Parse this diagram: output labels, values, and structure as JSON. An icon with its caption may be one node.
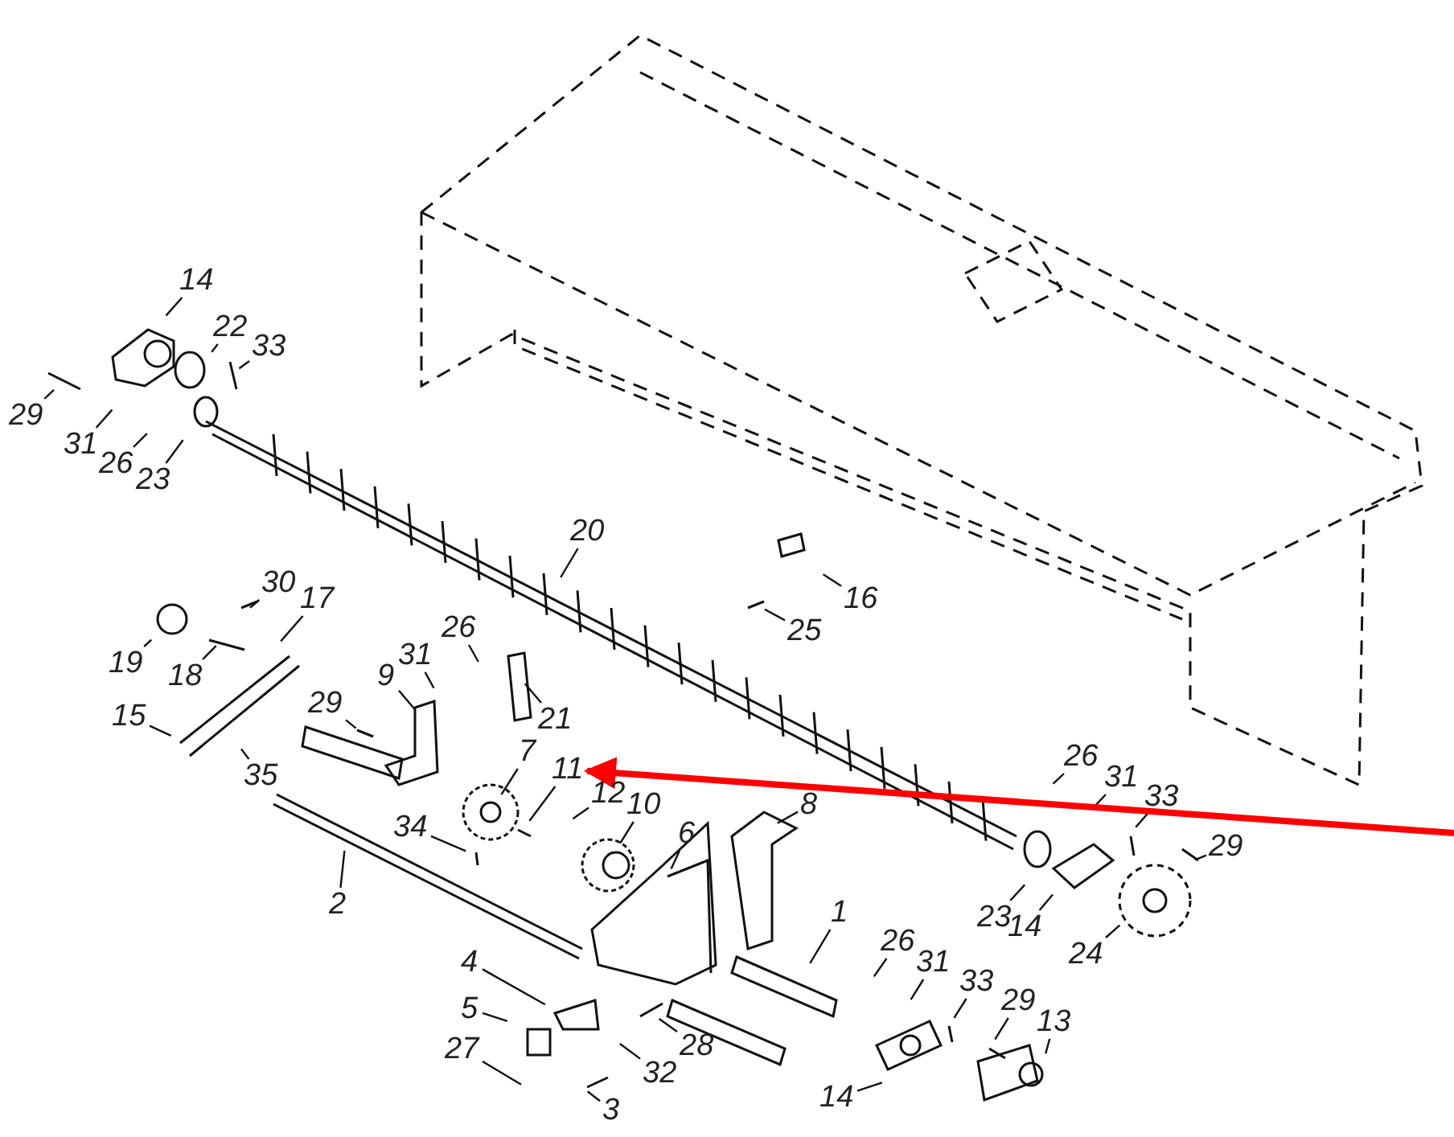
{
  "diagram": {
    "nodes": [
      {
        "text": [
          "14"
        ]
      },
      {
        "text": [
          "22"
        ]
      },
      {
        "text": [
          "33"
        ]
      },
      {
        "text": [
          "29"
        ]
      },
      {
        "text": [
          "31"
        ]
      },
      {
        "text": [
          "26"
        ]
      },
      {
        "text": [
          "23"
        ]
      },
      {
        "text": [
          "20"
        ]
      },
      {
        "text": [
          "16"
        ]
      },
      {
        "text": [
          "30"
        ]
      },
      {
        "text": [
          "17"
        ]
      },
      {
        "text": [
          "25"
        ]
      },
      {
        "text": [
          "19"
        ]
      },
      {
        "text": [
          "18"
        ]
      },
      {
        "text": [
          "26"
        ]
      },
      {
        "text": [
          "31"
        ]
      },
      {
        "text": [
          "21"
        ]
      },
      {
        "text": [
          "9"
        ]
      },
      {
        "text": [
          "29"
        ]
      },
      {
        "text": [
          "15"
        ]
      },
      {
        "text": [
          "35"
        ]
      },
      {
        "text": [
          "7"
        ]
      },
      {
        "text": [
          "11"
        ]
      },
      {
        "text": [
          "12"
        ]
      },
      {
        "text": [
          "10"
        ]
      },
      {
        "text": [
          "8"
        ]
      },
      {
        "text": [
          "26"
        ]
      },
      {
        "text": [
          "31"
        ]
      },
      {
        "text": [
          "33"
        ]
      },
      {
        "text": [
          "29"
        ]
      },
      {
        "text": [
          "6"
        ]
      },
      {
        "text": [
          "34"
        ]
      },
      {
        "text": [
          "2"
        ]
      },
      {
        "text": [
          "23"
        ]
      },
      {
        "text": [
          "14"
        ]
      },
      {
        "text": [
          "24"
        ]
      },
      {
        "text": [
          "1"
        ]
      },
      {
        "text": [
          "26"
        ]
      },
      {
        "text": [
          "31"
        ]
      },
      {
        "text": [
          "33"
        ]
      },
      {
        "text": [
          "29"
        ]
      },
      {
        "text": [
          "13"
        ]
      },
      {
        "text": [
          "4"
        ]
      },
      {
        "text": [
          "5"
        ]
      },
      {
        "text": [
          "32"
        ]
      },
      {
        "text": [
          "28"
        ]
      },
      {
        "text": [
          "27"
        ]
      },
      {
        "text": [
          "3"
        ]
      },
      {
        "text": [
          "14"
        ]
      }
    ],
    "edges": [
      {
        "from": 0,
        "to": null,
        "arrow": "none"
      },
      {
        "from": 1,
        "to": null,
        "arrow": "none"
      },
      {
        "from": 2,
        "to": null,
        "arrow": "none"
      },
      {
        "from": 3,
        "to": null,
        "arrow": "none"
      },
      {
        "from": 4,
        "to": null,
        "arrow": "none"
      },
      {
        "from": 5,
        "to": null,
        "arrow": "none"
      },
      {
        "from": 6,
        "to": null,
        "arrow": "none"
      },
      {
        "from": 7,
        "to": null,
        "arrow": "none"
      },
      {
        "from": 8,
        "to": null,
        "arrow": "none"
      },
      {
        "from": 9,
        "to": null,
        "arrow": "none"
      },
      {
        "from": 10,
        "to": null,
        "arrow": "none"
      },
      {
        "from": 11,
        "to": null,
        "arrow": "none"
      },
      {
        "from": 12,
        "to": null,
        "arrow": "none"
      },
      {
        "from": 13,
        "to": null,
        "arrow": "none"
      },
      {
        "from": 14,
        "to": null,
        "arrow": "none"
      },
      {
        "from": 15,
        "to": null,
        "arrow": "none"
      },
      {
        "from": 16,
        "to": null,
        "arrow": "none"
      },
      {
        "from": 17,
        "to": null,
        "arrow": "none"
      },
      {
        "from": 18,
        "to": null,
        "arrow": "none"
      },
      {
        "from": 19,
        "to": null,
        "arrow": "none"
      },
      {
        "from": 20,
        "to": null,
        "arrow": "none"
      },
      {
        "from": 21,
        "to": null,
        "arrow": "none"
      },
      {
        "from": 22,
        "to": null,
        "arrow": "none"
      },
      {
        "from": 23,
        "to": null,
        "arrow": "none"
      },
      {
        "from": 24,
        "to": null,
        "arrow": "none"
      },
      {
        "from": 25,
        "to": null,
        "arrow": "none"
      },
      {
        "from": 26,
        "to": null,
        "arrow": "none"
      },
      {
        "from": 27,
        "to": null,
        "arrow": "none"
      },
      {
        "from": 28,
        "to": null,
        "arrow": "none"
      },
      {
        "from": 29,
        "to": null,
        "arrow": "none"
      },
      {
        "from": 30,
        "to": null,
        "arrow": "none"
      },
      {
        "from": 31,
        "to": null,
        "arrow": "none"
      },
      {
        "from": 32,
        "to": null,
        "arrow": "none"
      },
      {
        "from": 33,
        "to": null,
        "arrow": "none"
      },
      {
        "from": 34,
        "to": null,
        "arrow": "none"
      },
      {
        "from": 35,
        "to": null,
        "arrow": "none"
      },
      {
        "from": 36,
        "to": null,
        "arrow": "none"
      },
      {
        "from": 37,
        "to": null,
        "arrow": "none"
      },
      {
        "from": 38,
        "to": null,
        "arrow": "none"
      },
      {
        "from": 39,
        "to": null,
        "arrow": "none"
      },
      {
        "from": 40,
        "to": null,
        "arrow": "none"
      },
      {
        "from": 41,
        "to": null,
        "arrow": "none"
      },
      {
        "from": 42,
        "to": null,
        "arrow": "none"
      },
      {
        "from": 43,
        "to": null,
        "arrow": "none"
      },
      {
        "from": 44,
        "to": null,
        "arrow": "none"
      },
      {
        "from": 45,
        "to": null,
        "arrow": "none"
      },
      {
        "from": 46,
        "to": null,
        "arrow": "none"
      },
      {
        "from": 47,
        "to": null,
        "arrow": "none"
      },
      {
        "from": 48,
        "to": null,
        "arrow": "none"
      },
      {
        "from": null,
        "to": 22,
        "arrow": "to",
        "style": "thick",
        "color": "#ff0000"
      }
    ]
  }
}
